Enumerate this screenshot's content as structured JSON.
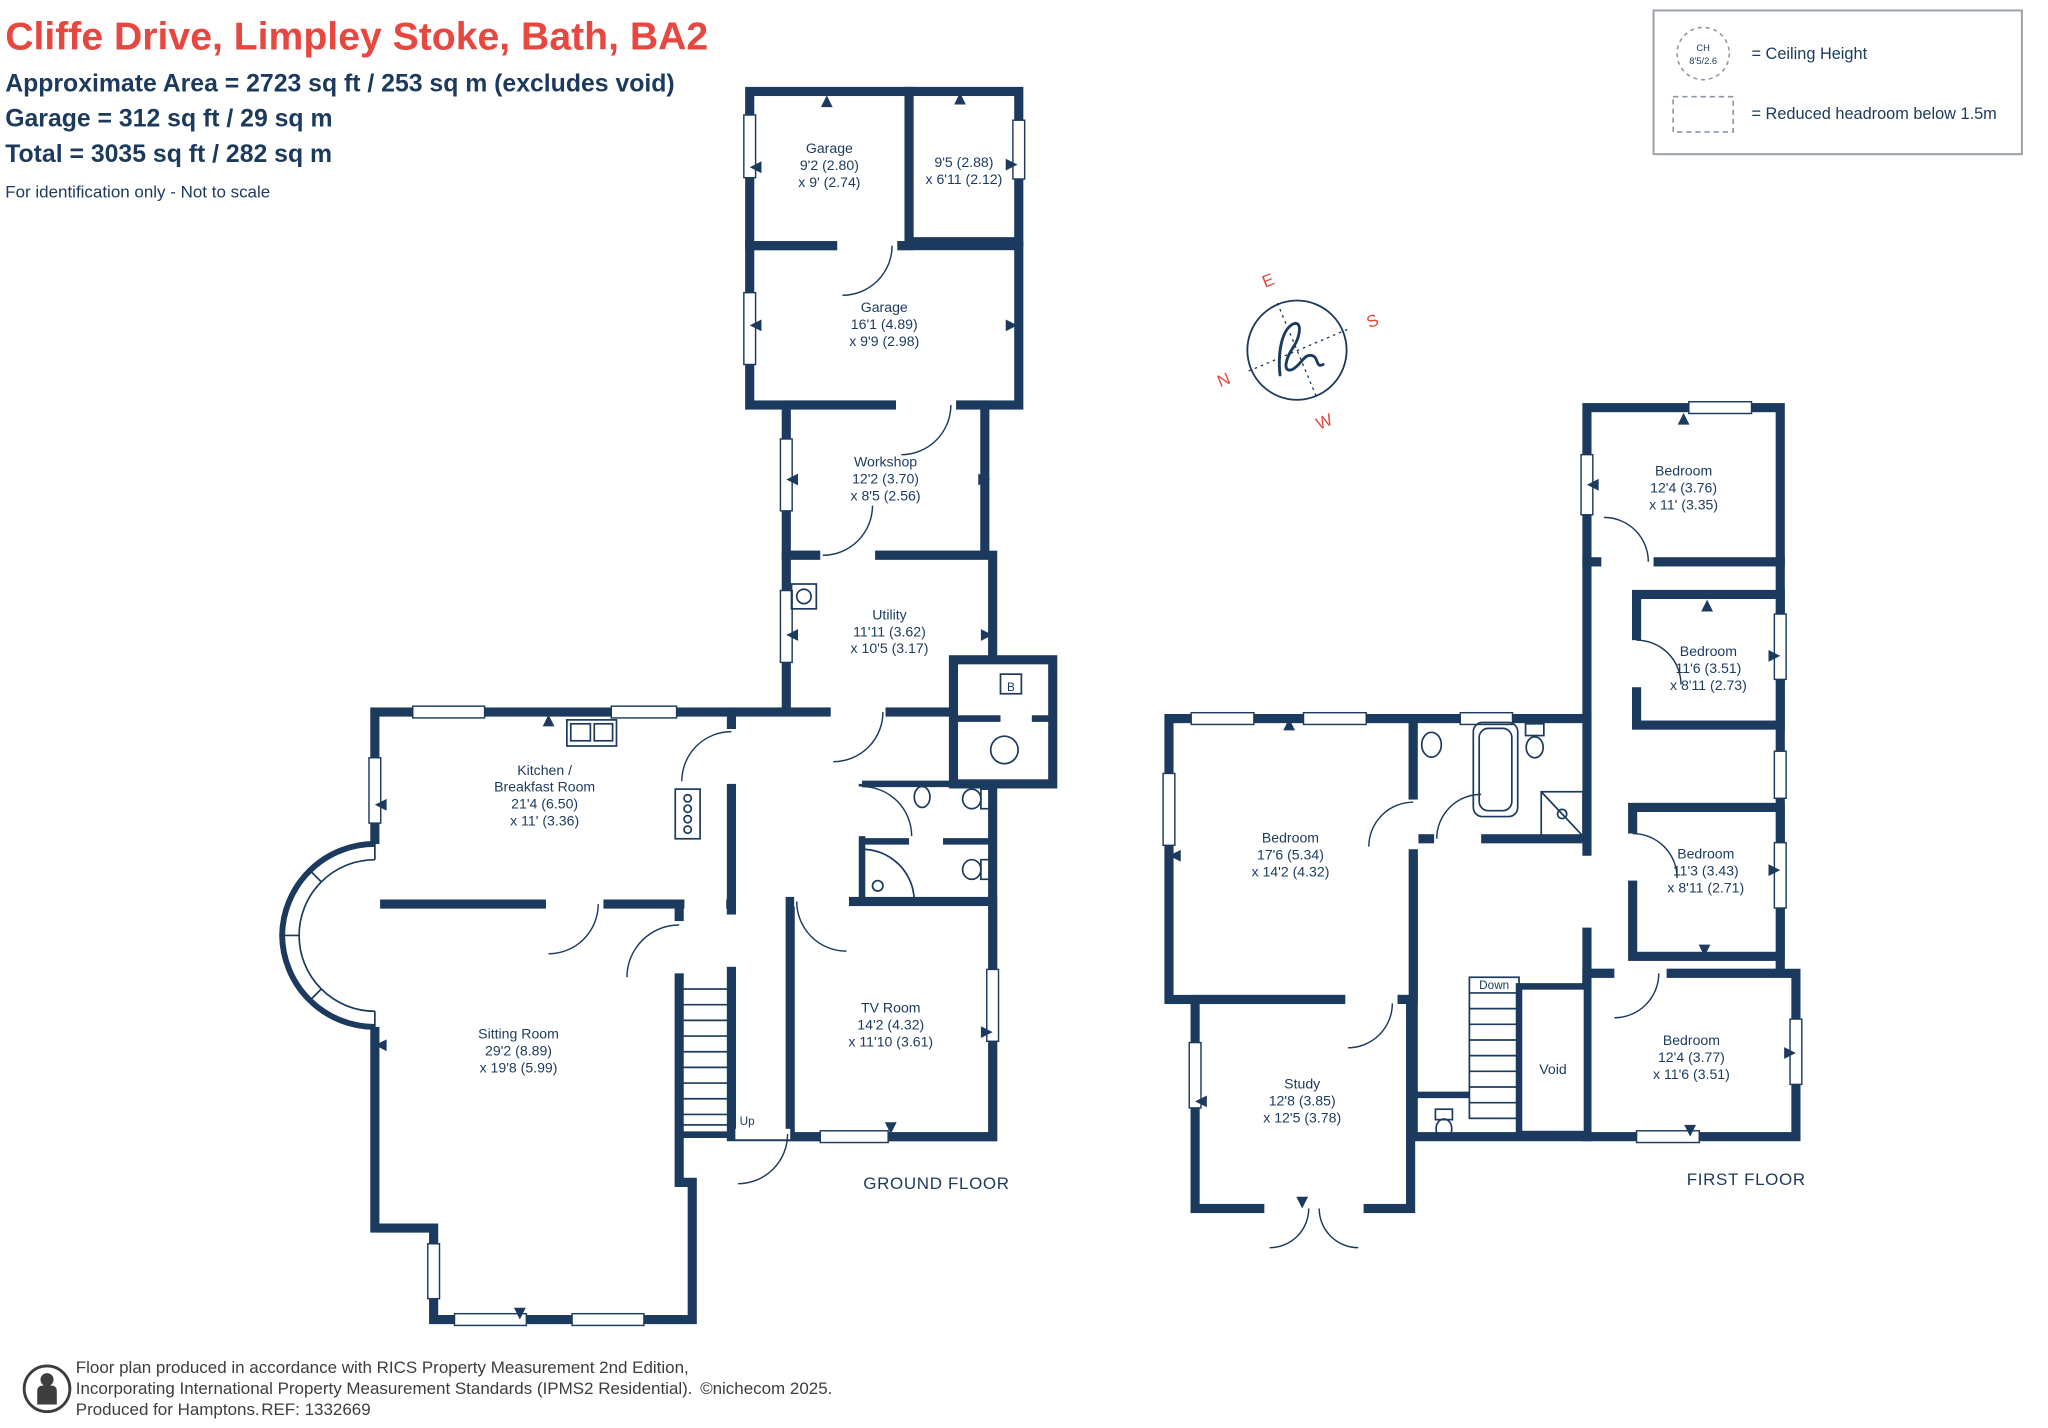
{
  "colors": {
    "wall_navy": "#1b3a5e",
    "accent_red": "#e8473f",
    "footer_gray": "#3d3d3d"
  },
  "header": {
    "title": "Cliffe Drive, Limpley Stoke, Bath, BA2",
    "area_line": "Approximate Area = 2723 sq ft / 253 sq m (excludes void)",
    "garage_line": "Garage = 312 sq ft / 29 sq m",
    "total_line": "Total = 3035 sq ft / 282 sq m",
    "disclaimer": "For identification only - Not to scale"
  },
  "legend": {
    "ch_abbr": "CH",
    "ch_value": "8'5/2.6",
    "ceiling_height_label": "= Ceiling Height",
    "reduced_headroom_label": "= Reduced headroom below 1.5m"
  },
  "compass": {
    "north": "N",
    "east": "E",
    "south": "S",
    "west": "W"
  },
  "ground_floor": {
    "title": "GROUND FLOOR",
    "stairs_label": "Up",
    "boiler_label": "B",
    "rooms": {
      "garage_small": {
        "name": "Garage",
        "dim1": "9'2 (2.80)",
        "dim2": "x 9' (2.74)"
      },
      "store": {
        "dim1": "9'5 (2.88)",
        "dim2": "x 6'11 (2.12)"
      },
      "garage_large": {
        "name": "Garage",
        "dim1": "16'1 (4.89)",
        "dim2": "x 9'9 (2.98)"
      },
      "workshop": {
        "name": "Workshop",
        "dim1": "12'2 (3.70)",
        "dim2": "x 8'5 (2.56)"
      },
      "utility": {
        "name": "Utility",
        "dim1": "11'11 (3.62)",
        "dim2": "x 10'5 (3.17)"
      },
      "kitchen": {
        "name1": "Kitchen /",
        "name2": "Breakfast Room",
        "dim1": "21'4 (6.50)",
        "dim2": "x 11' (3.36)"
      },
      "sitting_room": {
        "name": "Sitting Room",
        "dim1": "29'2 (8.89)",
        "dim2": "x 19'8 (5.99)"
      },
      "tv_room": {
        "name": "TV Room",
        "dim1": "14'2 (4.32)",
        "dim2": "x 11'10 (3.61)"
      }
    }
  },
  "first_floor": {
    "title": "FIRST FLOOR",
    "stairs_label": "Down",
    "void_label": "Void",
    "rooms": {
      "bedroom_top": {
        "name": "Bedroom",
        "dim1": "12'4 (3.76)",
        "dim2": "x 11' (3.35)"
      },
      "bedroom_upper_right": {
        "name": "Bedroom",
        "dim1": "11'6 (3.51)",
        "dim2": "x 8'11 (2.73)"
      },
      "bedroom_master": {
        "name": "Bedroom",
        "dim1": "17'6 (5.34)",
        "dim2": "x 14'2 (4.32)"
      },
      "bedroom_mid_right": {
        "name": "Bedroom",
        "dim1": "11'3 (3.43)",
        "dim2": "x 8'11 (2.71)"
      },
      "bedroom_bottom_right": {
        "name": "Bedroom",
        "dim1": "12'4 (3.77)",
        "dim2": "x 11'6 (3.51)"
      },
      "study": {
        "name": "Study",
        "dim1": "12'8 (3.85)",
        "dim2": "x 12'5 (3.78)"
      }
    }
  },
  "footer": {
    "line1": "Floor plan produced in accordance with RICS Property Measurement 2nd Edition,",
    "line2": "Incorporating International Property Measurement Standards (IPMS2 Residential).",
    "line3": "Produced for Hamptons.",
    "ref": "REF: 1332669",
    "copyright": "©nichecom 2025."
  }
}
